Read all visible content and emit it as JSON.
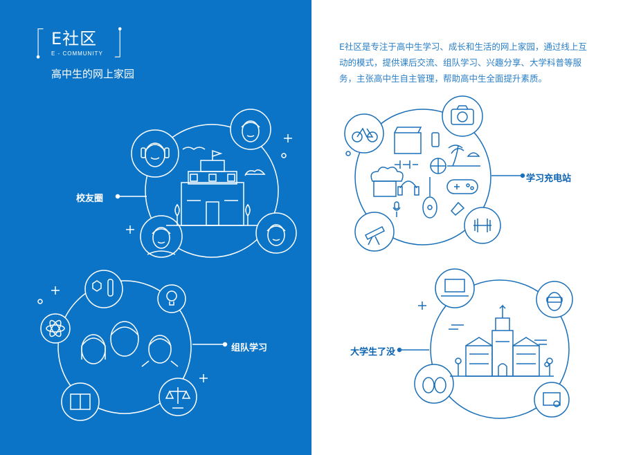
{
  "brand": {
    "title": "E社区",
    "subtitle": "E - COMMUNITY",
    "tagline": "高中生的网上家园"
  },
  "description": "E社区是专注于高中生学习、成长和生活的网上家园，通过线上互动的模式，提供课后交流、组队学习、兴趣分享、大学科普等服务，主张高中生自主管理，帮助高中生全面提升素质。",
  "sections": {
    "alumni": "校友圈",
    "group_study": "组队学习",
    "study_station": "学习充电站",
    "college": "大学生了没"
  },
  "colors": {
    "left_background": "#0b74c6",
    "right_background": "#ffffff",
    "accent_blue": "#0b63b2",
    "line_blue": "#1a6fb8"
  },
  "icons": {
    "alumni": [
      "person-with-headphones-icon",
      "person-icon",
      "person-icon",
      "person-icon",
      "school-building-icon",
      "bird-icon",
      "cloud-icon"
    ],
    "group_study": [
      "chemistry-icon",
      "lightbulb-icon",
      "atom-icon",
      "book-icon",
      "scales-icon",
      "students-icon"
    ],
    "study_station": [
      "bicycle-icon",
      "camera-icon",
      "clapperboard-icon",
      "usb-drive-icon",
      "palm-beach-icon",
      "dumbbell-icon",
      "basketball-icon",
      "chef-hat-icon",
      "headphones-icon",
      "guitar-icon",
      "gamepad-icon",
      "microphone-icon",
      "pen-nib-icon",
      "telescope-icon"
    ],
    "college": [
      "laptop-icon",
      "vr-person-icon",
      "couple-icon",
      "certificate-icon",
      "university-building-icon"
    ]
  }
}
